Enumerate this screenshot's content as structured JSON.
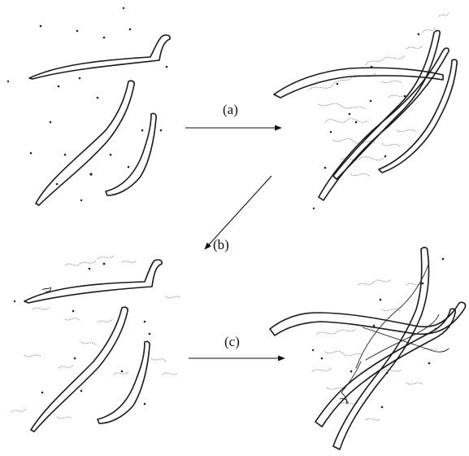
{
  "labels": {
    "a": "(a)",
    "b": "(b)",
    "c": "(c)"
  },
  "colors": {
    "ink": "#1a1a1a",
    "speckle": "#8a8a8a",
    "background": "#ffffff"
  }
}
